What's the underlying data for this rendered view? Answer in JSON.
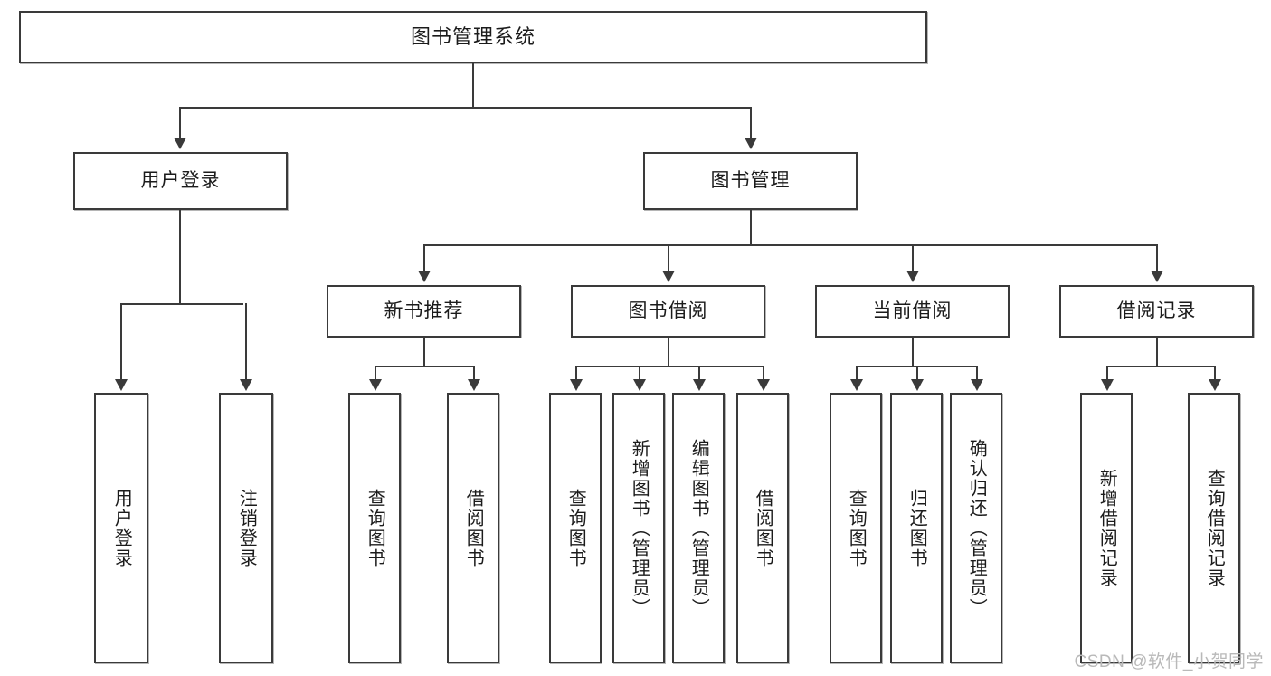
{
  "diagram": {
    "title": "图书管理系统",
    "type": "hierarchy-tree",
    "watermark": "CSDN @软件_小贺同学"
  },
  "root": {
    "label": "图书管理系统"
  },
  "level2": [
    {
      "label": "用户登录"
    },
    {
      "label": "图书管理"
    }
  ],
  "level3": [
    {
      "label": "新书推荐"
    },
    {
      "label": "图书借阅"
    },
    {
      "label": "当前借阅"
    },
    {
      "label": "借阅记录"
    }
  ],
  "leaves": {
    "user_login": [
      {
        "label": "用户登录"
      },
      {
        "label": "注销登录"
      }
    ],
    "new_book_recommend": [
      {
        "label": "查询图书"
      },
      {
        "label": "借阅图书"
      }
    ],
    "book_borrow": [
      {
        "label": "查询图书"
      },
      {
        "label": "新增图书（管理员）"
      },
      {
        "label": "编辑图书（管理员）"
      },
      {
        "label": "借阅图书"
      }
    ],
    "current_borrow": [
      {
        "label": "查询图书"
      },
      {
        "label": "归还图书"
      },
      {
        "label": "确认归还（管理员）"
      }
    ],
    "borrow_record": [
      {
        "label": "新增借阅记录"
      },
      {
        "label": "查询借阅记录"
      }
    ]
  },
  "colors": {
    "stroke": "#3a3a3a",
    "fill": "#ffffff",
    "text": "#1b1b1b",
    "watermark": "#b9b9b9"
  }
}
